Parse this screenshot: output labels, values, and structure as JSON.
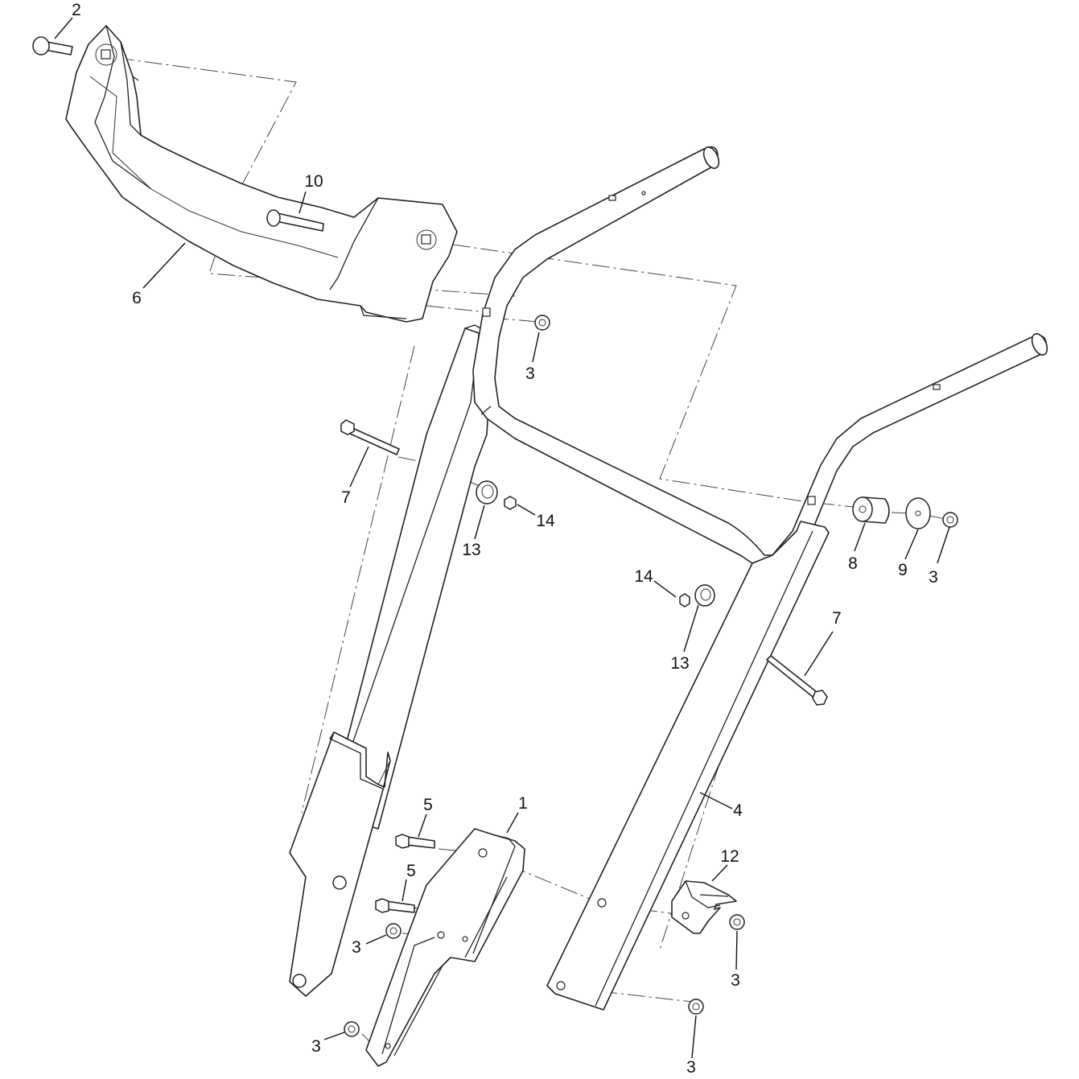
{
  "callouts": {
    "c1": "1",
    "c2": "2",
    "c3_a": "3",
    "c3_b": "3",
    "c3_c": "3",
    "c3_d": "3",
    "c3_e": "3",
    "c3_f": "3",
    "c4": "4",
    "c5_a": "5",
    "c5_b": "5",
    "c6": "6",
    "c7_a": "7",
    "c7_b": "7",
    "c8": "8",
    "c9": "9",
    "c10": "10",
    "c12": "12",
    "c13_a": "13",
    "c13_b": "13",
    "c14_a": "14",
    "c14_b": "14"
  }
}
